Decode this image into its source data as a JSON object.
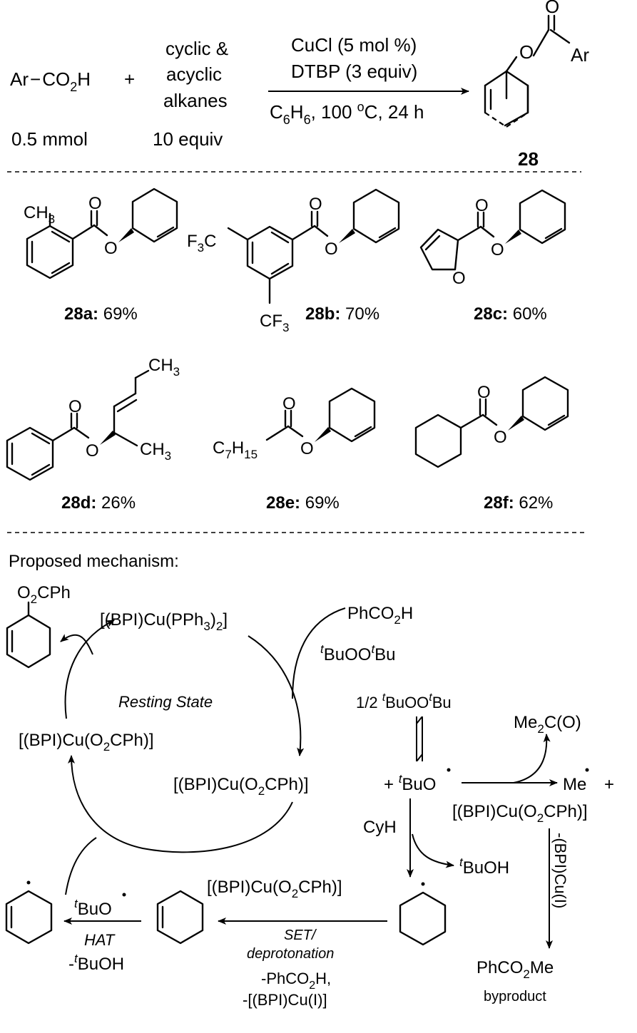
{
  "reaction": {
    "reactant_acid": "Ar−CO2H",
    "plus": "+",
    "alkane_line1": "cyclic &",
    "alkane_line2": "acyclic",
    "alkane_line3": "alkanes",
    "acid_amount": "0.5 mmol",
    "alkane_amount": "10 equiv",
    "cond_line1": "CuCl (5 mol %)",
    "cond_line2": "DTBP (3 equiv)",
    "cond_line3": "C6H6, 100 oC, 24 h",
    "product_label": "28",
    "product_O": "O",
    "product_Ar": "Ar"
  },
  "products": [
    {
      "label": "28a:",
      "yield": "69%",
      "substituent": "CH3"
    },
    {
      "label": "28b:",
      "yield": "70%",
      "substituent_top": "F3C",
      "substituent_bottom": "CF3"
    },
    {
      "label": "28c:",
      "yield": "60%"
    },
    {
      "label": "28d:",
      "yield": "26%",
      "substituent_top": "CH3",
      "substituent_side": "CH3"
    },
    {
      "label": "28e:",
      "yield": "69%",
      "substituent": "C7H15"
    },
    {
      "label": "28f:",
      "yield": "62%"
    }
  ],
  "atom_O": "O",
  "mechanism": {
    "heading": "Proposed mechanism:",
    "product_top": "O2CPh",
    "cu_pph3": "[(BPI)Cu(PPh3)2]",
    "phco2h": "PhCO2H",
    "dtbp": "tBuOOtBu",
    "resting_state": "Resting State",
    "half_dtbp": "1/2 tBuOOtBu",
    "me2co": "Me2C(O)",
    "cu_o2cph_left": "[(BPI)Cu(O2CPh)]",
    "cu_o2cph_center": "[(BPI)Cu(O2CPh)]",
    "plus_tbuo": "+ tBuO",
    "me_plus": "Me  +",
    "cu_o2cph_right": "[(BPI)Cu(O2CPh)]",
    "cyh": "CyH",
    "tbuoh": "tBuOH",
    "minus_cu_i_vertical": "-(BPI)Cu(I)",
    "cu_o2cph_bottom": "[(BPI)Cu(O2CPh)]",
    "set": "SET/",
    "deprotonation": "deprotonation",
    "minus_phco2h": "-PhCO2H,",
    "minus_cu_i": "-[(BPI)Cu(I)]",
    "tbuo_hat": "tBuO",
    "hat": "HAT",
    "minus_tbuoh": "-tBuOH",
    "phco2me": "PhCO2Me",
    "byproduct": "byproduct"
  }
}
